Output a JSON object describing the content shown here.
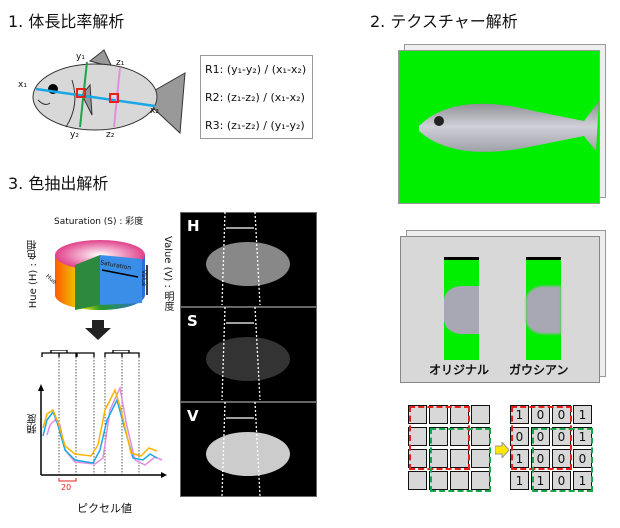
{
  "section1": {
    "title": "1. 体長比率解析",
    "labels": {
      "x1": "x₁",
      "x2": "x₂",
      "y1": "y₁",
      "y2": "y₂",
      "z1": "z₁",
      "z2": "z₂"
    },
    "formulas": [
      "R1:  (y₁-y₂) / (x₁-x₂)",
      "R2:  (z₁-z₂) / (x₁-x₂)",
      "R3:  (z₁-z₂) / (y₁-y₂)"
    ]
  },
  "section2": {
    "title": "2. テクスチャー解析",
    "crop_labels": [
      "オリジナル",
      "ガウシアン"
    ],
    "grid_values": [
      [
        1,
        0,
        0,
        1
      ],
      [
        0,
        0,
        0,
        1
      ],
      [
        1,
        0,
        0,
        0
      ],
      [
        1,
        1,
        0,
        1
      ]
    ]
  },
  "section3": {
    "title": "3. 色抽出解析",
    "saturation_label": "Saturation (S) : 彩度",
    "hue_label": "Hue (H) : 色相",
    "value_label": "Value (V) : 明度",
    "cyl_saturation": "Saturation",
    "cyl_hue": "Hue",
    "cyl_value": "Value",
    "hist_ylabel": "頻度",
    "hist_xlabel": "ピクセル値",
    "bin_width": "20",
    "channels": [
      "H",
      "S",
      "V"
    ]
  },
  "colors": {
    "green_screen": "#00ee00",
    "hist_yellow": "#ffb300",
    "hist_blue": "#1aa7e8",
    "hist_pink": "#e28ee0",
    "red": "#e8201a"
  }
}
